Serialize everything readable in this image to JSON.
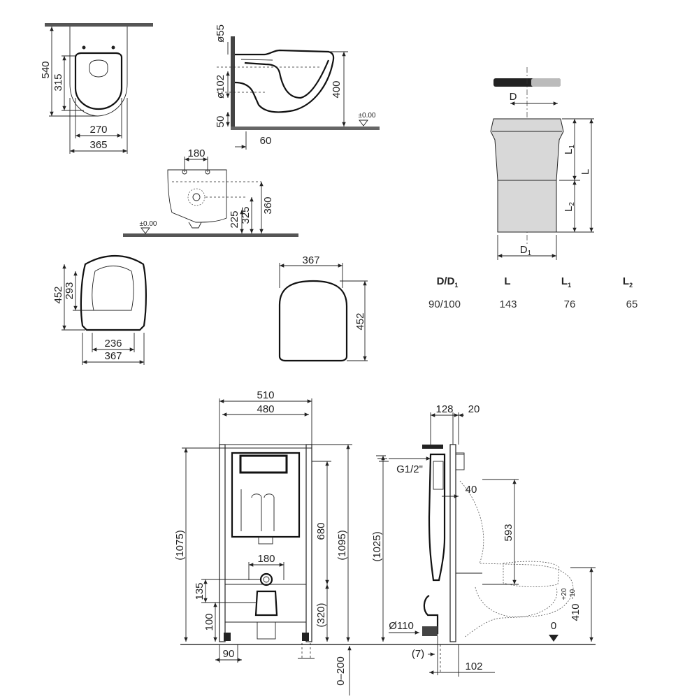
{
  "top_view": {
    "d540": "540",
    "d315": "315",
    "d270": "270",
    "d365": "365"
  },
  "side_view": {
    "d55": "ø55",
    "d102": "ø102",
    "d50": "50",
    "d60": "60",
    "d400": "400",
    "zero": "±0.00"
  },
  "rear_view": {
    "d180": "180",
    "d225": "225",
    "d325": "325",
    "d360": "360",
    "zero": "±0.00"
  },
  "seat_view": {
    "d452": "452",
    "d293": "293",
    "d236": "236",
    "d367": "367"
  },
  "cover_view": {
    "d367": "367",
    "d452": "452"
  },
  "connector": {
    "label_D": "D",
    "label_D1": "D",
    "sub_1": "1",
    "label_L": "L",
    "label_L1": "L",
    "label_L2": "L",
    "sub_2": "2",
    "table": {
      "headers": [
        {
          "main": "D/D",
          "sub": "1"
        },
        {
          "main": "L",
          "sub": ""
        },
        {
          "main": "L",
          "sub": "1"
        },
        {
          "main": "L",
          "sub": "2"
        }
      ],
      "row": [
        "90/100",
        "143",
        "76",
        "65"
      ]
    }
  },
  "frame_front": {
    "d510": "510",
    "d480": "480",
    "d1075": "(1075)",
    "d1095": "(1095)",
    "d680": "680",
    "d180": "180",
    "d135": "135",
    "d100": "100",
    "d320": "(320)",
    "d90": "90",
    "d0_200": "0–200"
  },
  "frame_side": {
    "d128": "128",
    "d20": "20",
    "g12": "G1/2\"",
    "d40": "40",
    "d593": "593",
    "d1025": "(1025)",
    "d110": "Ø110",
    "d7": "(7)",
    "d102": "102",
    "d410": "410",
    "tol_plus": "+20",
    "tol_minus": "-10",
    "zero": "0"
  }
}
